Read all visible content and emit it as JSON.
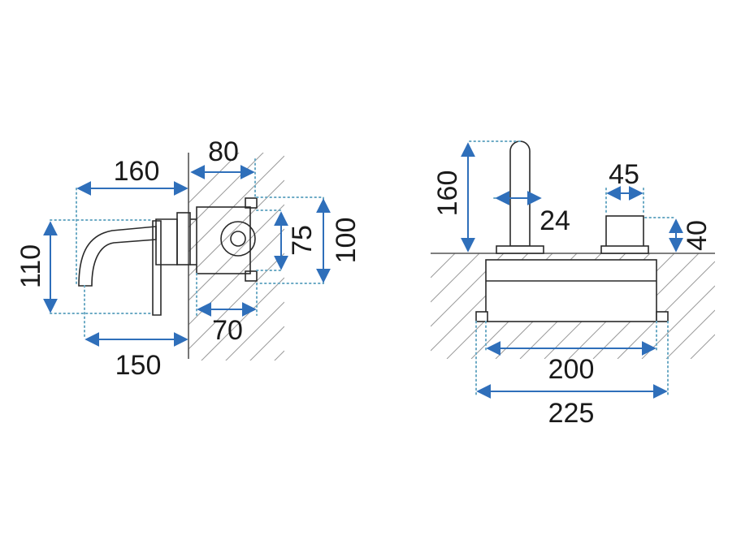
{
  "colors": {
    "dimension": "#2f6fba",
    "extension": "#6aa9c4",
    "outline": "#2a2a2a",
    "hatch": "#9a9a9a"
  },
  "side_view": {
    "dims": {
      "d160": "160",
      "d80": "80",
      "d110": "110",
      "d75": "75",
      "d100": "100",
      "d70": "70",
      "d150": "150"
    }
  },
  "front_view": {
    "dims": {
      "d160": "160",
      "d45": "45",
      "d24": "24",
      "d40": "40",
      "d200": "200",
      "d225": "225"
    }
  }
}
